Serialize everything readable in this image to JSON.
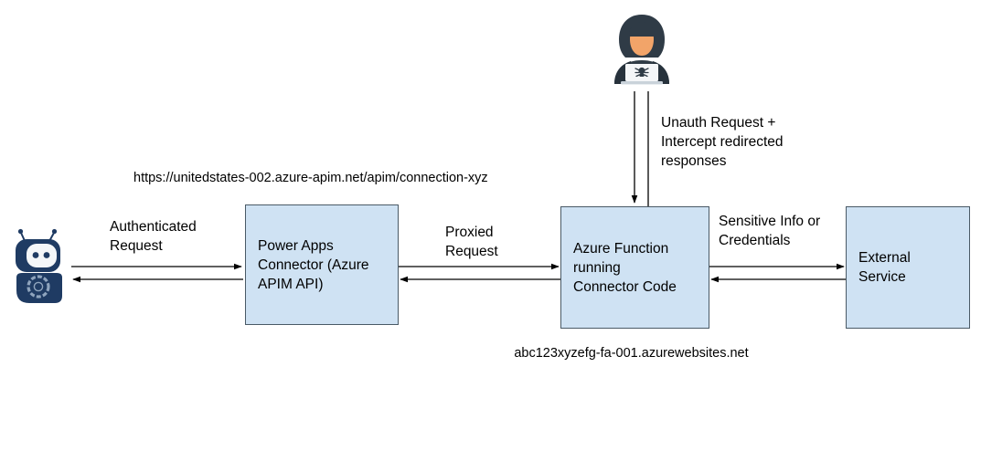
{
  "diagram": {
    "title_url_top": "https://unitedstates-002.azure-apim.net/apim/connection-xyz",
    "title_url_bottom": "abc123xyzefg-fa-001.azurewebsites.net",
    "colors": {
      "box_fill": "#cfe2f3",
      "box_stroke": "#4a5a66",
      "line": "#000000",
      "bot_dark": "#1f3b63",
      "hacker_dark": "#2f3b46",
      "hacker_face": "#f2a469"
    },
    "nodes": [
      {
        "id": "power-apps-connector",
        "label": "Power Apps\nConnector (Azure\nAPIM API)"
      },
      {
        "id": "azure-function",
        "label": "Azure Function\nrunning\nConnector Code"
      },
      {
        "id": "external-service",
        "label": "External\nService"
      }
    ],
    "edge_labels": [
      {
        "id": "authenticated-request",
        "text": "Authenticated\nRequest"
      },
      {
        "id": "proxied-request",
        "text": "Proxied\nRequest"
      },
      {
        "id": "sensitive-info",
        "text": "Sensitive Info or\nCredentials"
      },
      {
        "id": "unauth-request",
        "text": "Unauth Request +\nIntercept redirected\nresponses"
      }
    ],
    "actors": [
      {
        "id": "bot-client",
        "icon": "robot-bot-icon"
      },
      {
        "id": "attacker",
        "icon": "hacker-hoodie-laptop-icon"
      }
    ]
  }
}
